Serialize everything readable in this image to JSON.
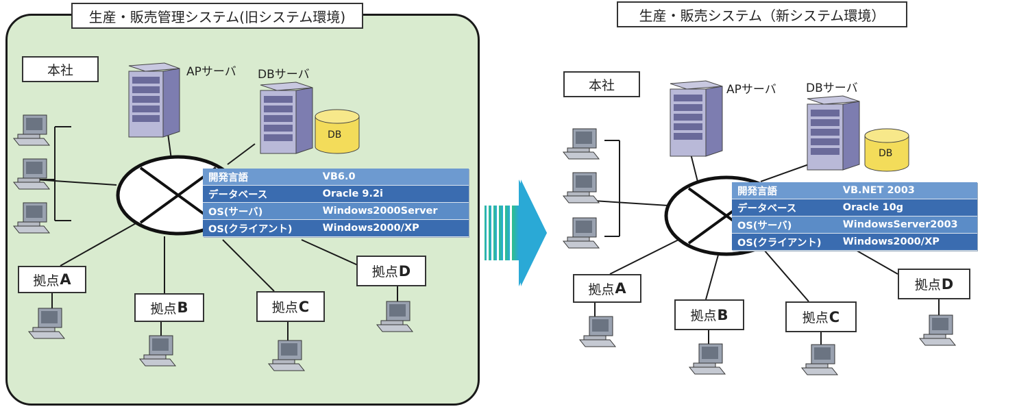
{
  "old_system": {
    "title": "生産・販売管理システム(旧システム環境)",
    "hq_label": "本社",
    "ap_server_label": "APサーバ",
    "db_server_label": "DBサーバ",
    "db_label": "DB",
    "sites": [
      {
        "prefix": "拠点",
        "letter": "A"
      },
      {
        "prefix": "拠点",
        "letter": "B"
      },
      {
        "prefix": "拠点",
        "letter": "C"
      },
      {
        "prefix": "拠点",
        "letter": "D"
      }
    ],
    "specs": [
      {
        "key": "開発言語",
        "value": "VB6.0"
      },
      {
        "key": "データベース",
        "value": "Oracle 9.2i"
      },
      {
        "key": "OS(サーバ)",
        "value": "Windows2000Server"
      },
      {
        "key": "OS(クライアント)",
        "value": "Windows2000/XP"
      }
    ]
  },
  "new_system": {
    "title": "生産・販売システム（新システム環境）",
    "hq_label": "本社",
    "ap_server_label": "APサーバ",
    "db_server_label": "DBサーバ",
    "db_label": "DB",
    "sites": [
      {
        "prefix": "拠点",
        "letter": "A"
      },
      {
        "prefix": "拠点",
        "letter": "B"
      },
      {
        "prefix": "拠点",
        "letter": "C"
      },
      {
        "prefix": "拠点",
        "letter": "D"
      }
    ],
    "specs": [
      {
        "key": "開発言語",
        "value": "VB.NET 2003"
      },
      {
        "key": "データベース",
        "value": "Oracle 10g"
      },
      {
        "key": "OS(サーバ)",
        "value": "WindowsServer2003"
      },
      {
        "key": "OS(クライアント)",
        "value": "Windows2000/XP"
      }
    ]
  },
  "colors": {
    "old_panel": "#d9ebcf",
    "new_panel": "#c9e8f1",
    "spec_table": "#3a6cb0",
    "db_cylinder": "#f3dc5a",
    "arrow": "#2aa9d6"
  }
}
